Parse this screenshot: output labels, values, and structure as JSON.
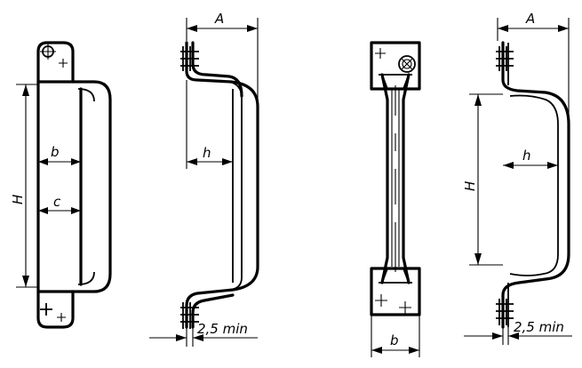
{
  "labels": {
    "view1": {
      "H": "H",
      "b": "b",
      "c": "c"
    },
    "view2": {
      "A": "A",
      "h": "h",
      "clearance": "2,5 min"
    },
    "view3": {
      "b": "b"
    },
    "view4": {
      "A": "A",
      "h": "h",
      "H": "H",
      "clearance": "2,5 min"
    }
  }
}
